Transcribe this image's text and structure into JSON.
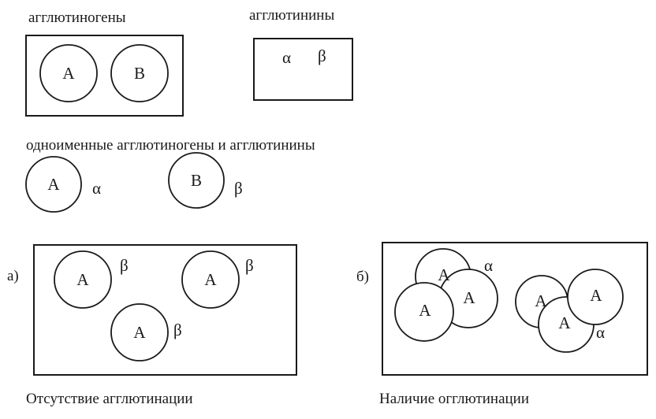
{
  "panels": {
    "agglutinogens": {
      "title": "агглютиногены",
      "cells": [
        "A",
        "B"
      ]
    },
    "agglutinins": {
      "title": "агглютинины",
      "symbols": [
        "α",
        "β"
      ]
    }
  },
  "same_name": {
    "title": "одноименные агглютиногены и агглютинины",
    "pairs": [
      {
        "cell": "A",
        "symbol": "α"
      },
      {
        "cell": "B",
        "symbol": "β"
      }
    ]
  },
  "case_a": {
    "marker": "а)",
    "cells": [
      {
        "cell": "A",
        "symbol": "β"
      },
      {
        "cell": "A",
        "symbol": "β"
      },
      {
        "cell": "A",
        "symbol": "β"
      }
    ],
    "caption": "Отсутствие агглютинации"
  },
  "case_b": {
    "marker": "б)",
    "clusters": [
      {
        "cells": [
          "A",
          "A",
          "A"
        ],
        "symbol": "α"
      },
      {
        "cells": [
          "A",
          "A",
          "A"
        ],
        "symbol": "α"
      }
    ],
    "caption": "Наличие огглютинации"
  }
}
